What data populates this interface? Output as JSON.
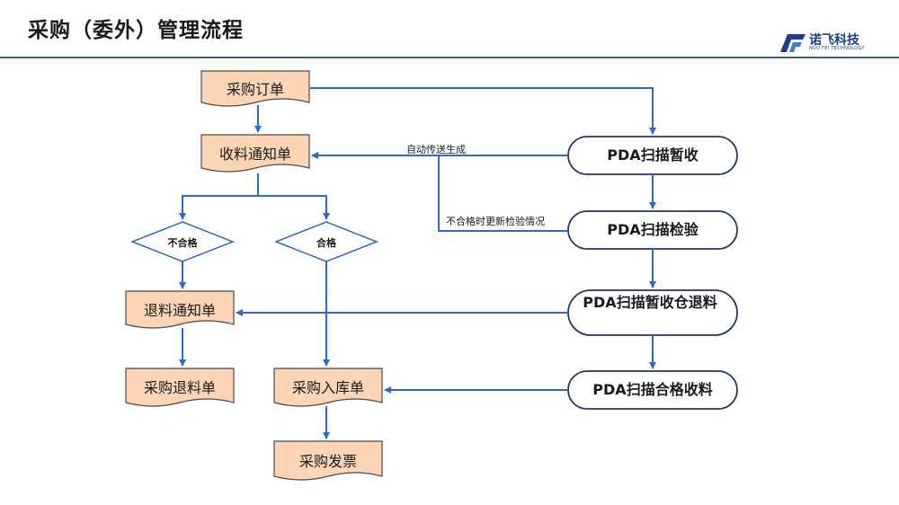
{
  "header": {
    "title": "采购（委外）管理流程",
    "logo_text": "诺飞科技",
    "logo_subtext": "NUO FEI TECHNOLOGY",
    "rule_color": "#3a5f8f"
  },
  "colors": {
    "doc_fill": "#fbd5b5",
    "doc_stroke": "#4a4a4a",
    "pill_stroke": "#1f3864",
    "arrow": "#2e6bc6"
  },
  "nodes": {
    "purchase_order": "采购订单",
    "receipt_notice": "收料通知单",
    "unqualified": "不合格",
    "qualified": "合格",
    "return_notice": "退料通知单",
    "purchase_return": "采购退料单",
    "purchase_inbound": "采购入库单",
    "purchase_invoice": "采购发票",
    "pda_temp_receive": "PDA扫描暂收",
    "pda_inspect": "PDA扫描检验",
    "pda_temp_return": "PDA扫描暂收仓退料",
    "pda_qualified_receive": "PDA扫描合格收料"
  },
  "edge_labels": {
    "auto_generate": "自动传送生成",
    "update_inspection": "不合格时更新检验情况"
  }
}
